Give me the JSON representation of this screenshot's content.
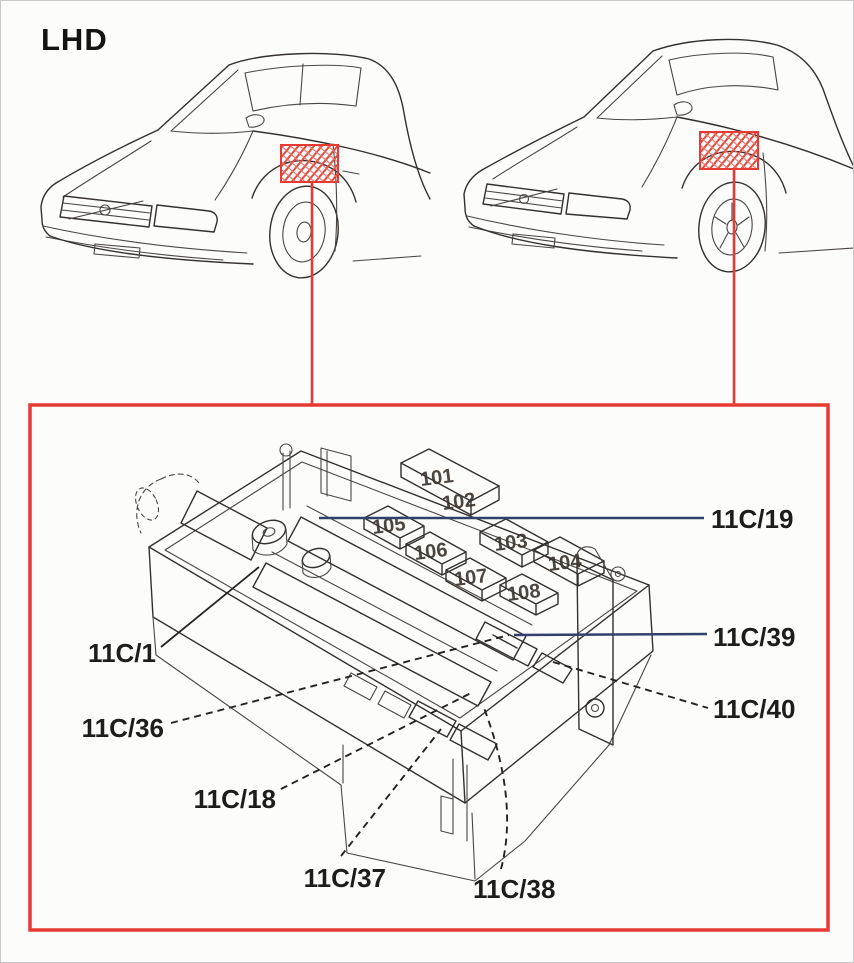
{
  "header": {
    "title": "LHD"
  },
  "diagram": {
    "relay_labels": [
      "101",
      "102",
      "103",
      "104",
      "105",
      "106",
      "107",
      "108"
    ],
    "callouts": {
      "c19": "11C/19",
      "c39": "11C/39",
      "c40": "11C/40",
      "c1": "11C/1",
      "c36": "11C/36",
      "c18": "11C/18",
      "c37": "11C/37",
      "c38": "11C/38"
    },
    "colors": {
      "highlight_red": "#e63a32",
      "leader_blue": "#32406e",
      "ink": "#33302d"
    }
  }
}
